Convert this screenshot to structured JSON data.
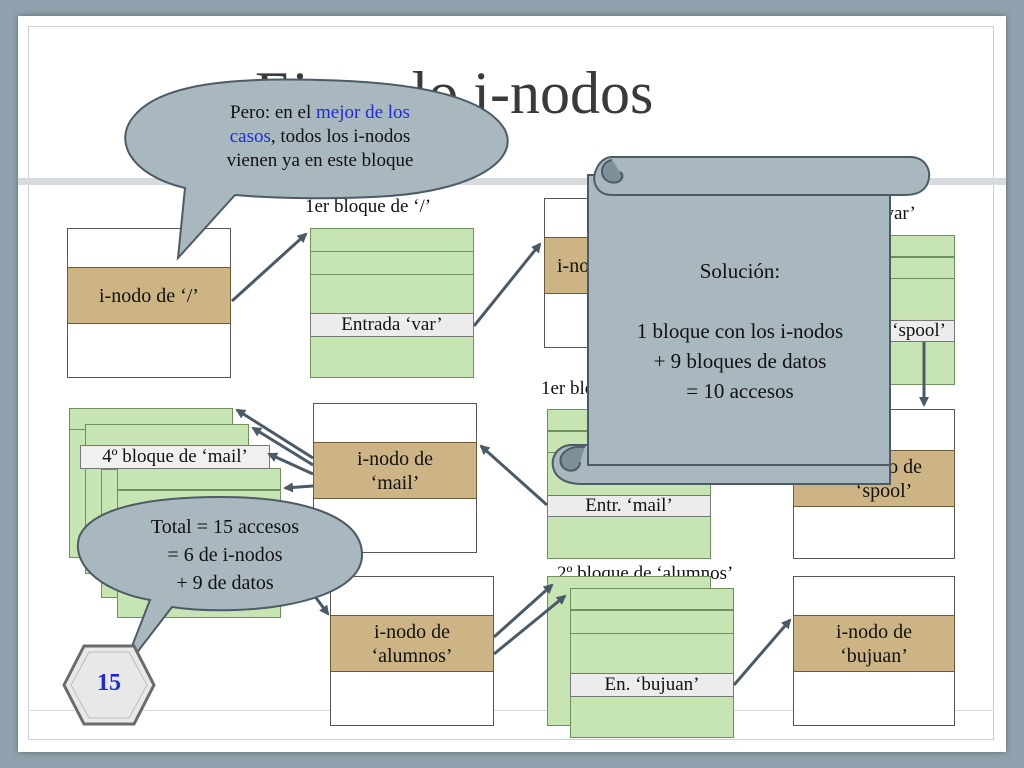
{
  "slide": {
    "title": "Ejemplo i-nodos",
    "page_number": "15"
  },
  "diagram": {
    "inode_root": "i-nodo de ‘/’",
    "block_root_label": "1er bloque de ‘/’",
    "entry_var": "Entrada ‘var’",
    "inode_var": "i-nodo de ‘var’",
    "block_var_label": "1er bloque de ‘var’",
    "entry_spool": "Entrada ‘spool’",
    "inode_spool": "i-nodo de ‘spool’",
    "block_spool_label": "1er bloque de ‘spool’",
    "entry_mail": "Entr. ‘mail’",
    "inode_mail": "i-nodo de ‘mail’",
    "block_mail_label": "4º bloque de ‘mail’",
    "inode_alumnos": "i-nodo de ‘alumnos’",
    "block_alumnos_label": "2º bloque de ‘alumnos’",
    "entry_bujuan": "En. ‘bujuan’",
    "inode_bujuan": "i-nodo de ‘bujuan’"
  },
  "callout_top": {
    "line1_prefix": "Pero: en el ",
    "line1_highlight": "mejor de los",
    "line2_highlight": "casos",
    "line2_suffix": ", todos los i-nodos",
    "line3": "vienen ya en este bloque"
  },
  "callout_bottom": {
    "line1": "Total = 15 accesos",
    "line2": "= 6 de i-nodos",
    "line3": "+ 9 de datos"
  },
  "scroll": {
    "heading": "Solución:",
    "line1": "1 bloque con los i-nodos",
    "line2": "+ 9 bloques de datos",
    "line3": "= 10 accesos"
  },
  "colors": {
    "inode": "#cdb484",
    "data_block": "#c7e5b3",
    "arrow": "#4a5a66",
    "callout_fill": "#a9b7bf",
    "highlight_text": "#1f2bd8"
  }
}
